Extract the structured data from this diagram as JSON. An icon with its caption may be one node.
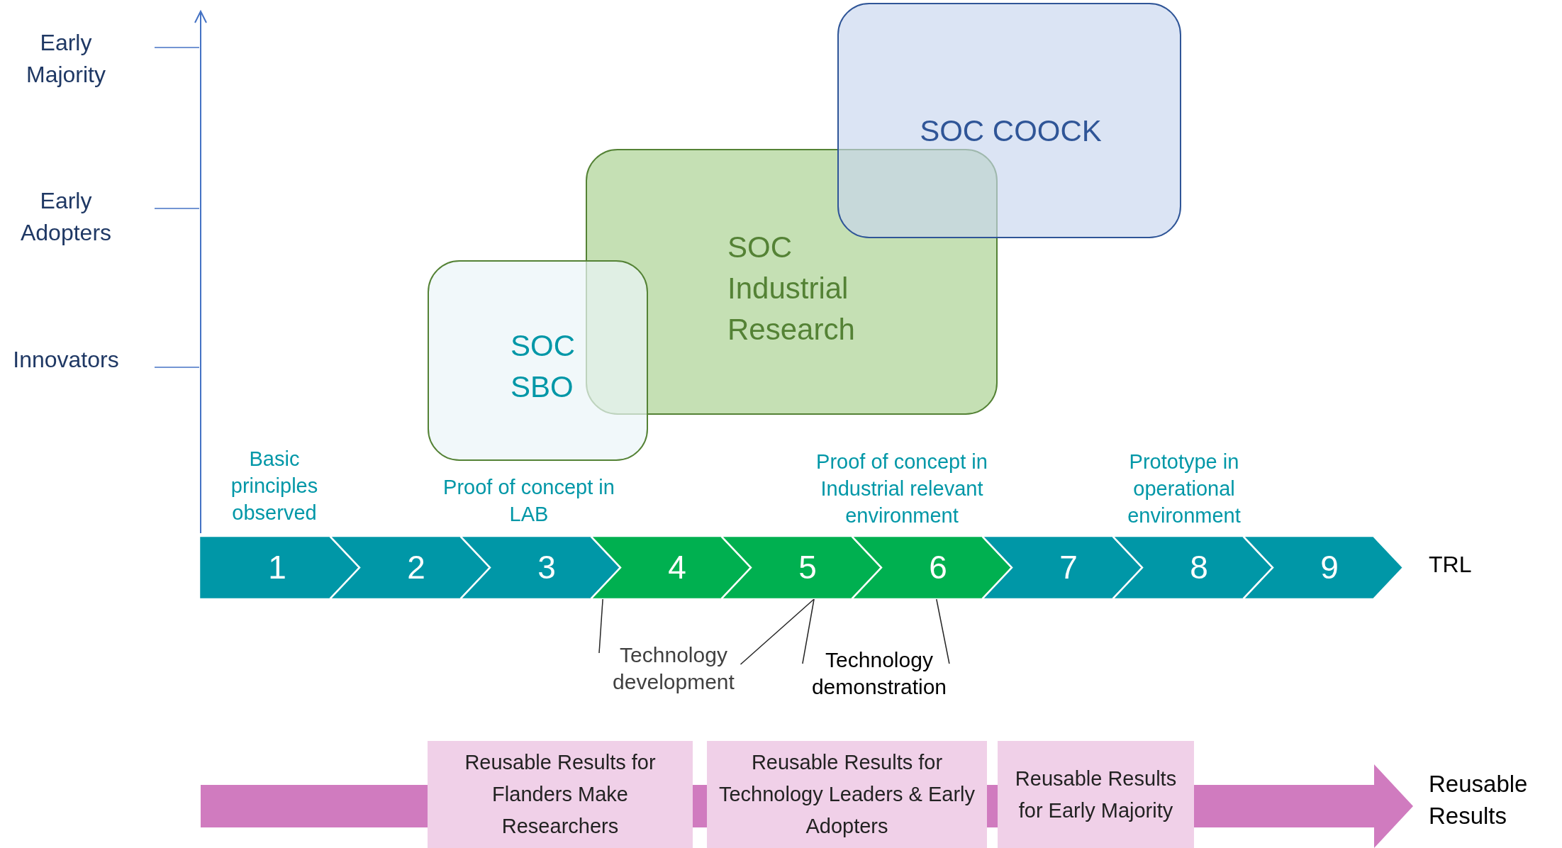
{
  "diagram": {
    "nodes": [
      {
        "text": [
          "SOC COOCK"
        ]
      },
      {
        "text": [
          "SOC Industrial Research"
        ]
      },
      {
        "text": [
          "SOC SBO"
        ]
      },
      {
        "text": [
          "1"
        ],
        "beside": [
          "Basic principles observed"
        ]
      },
      {
        "text": [
          "2"
        ]
      },
      {
        "text": [
          "3"
        ],
        "beside": [
          "Proof of concept in LAB"
        ]
      },
      {
        "text": [
          "4"
        ]
      },
      {
        "text": [
          "5"
        ]
      },
      {
        "text": [
          "6"
        ],
        "beside": [
          "Proof of concept in Industrial relevant environment"
        ]
      },
      {
        "text": [
          "7"
        ]
      },
      {
        "text": [
          "8"
        ],
        "beside": [
          "Prototype in operational environment"
        ]
      },
      {
        "text": [
          "9"
        ]
      },
      {
        "text": [
          "Technology development"
        ]
      },
      {
        "text": [
          "Technology demonstration"
        ]
      },
      {
        "text": [
          "Reusable Results for Flanders Make Researchers"
        ]
      },
      {
        "text": [
          "Reusable Results for Technology Leaders & Early Adopters"
        ]
      },
      {
        "text": [
          "Reusable Results for Early Majority"
        ]
      }
    ],
    "edges": [
      {
        "from": 12,
        "to": 5,
        "arrow": "none"
      },
      {
        "from": 12,
        "to": 7,
        "arrow": "none"
      },
      {
        "from": 13,
        "to": 7,
        "arrow": "none"
      },
      {
        "from": 13,
        "to": 8,
        "arrow": "none"
      }
    ],
    "labels": [
      "Early Majority",
      "Early Adopters",
      "Innovators",
      "TRL",
      "Reusable Results"
    ]
  }
}
